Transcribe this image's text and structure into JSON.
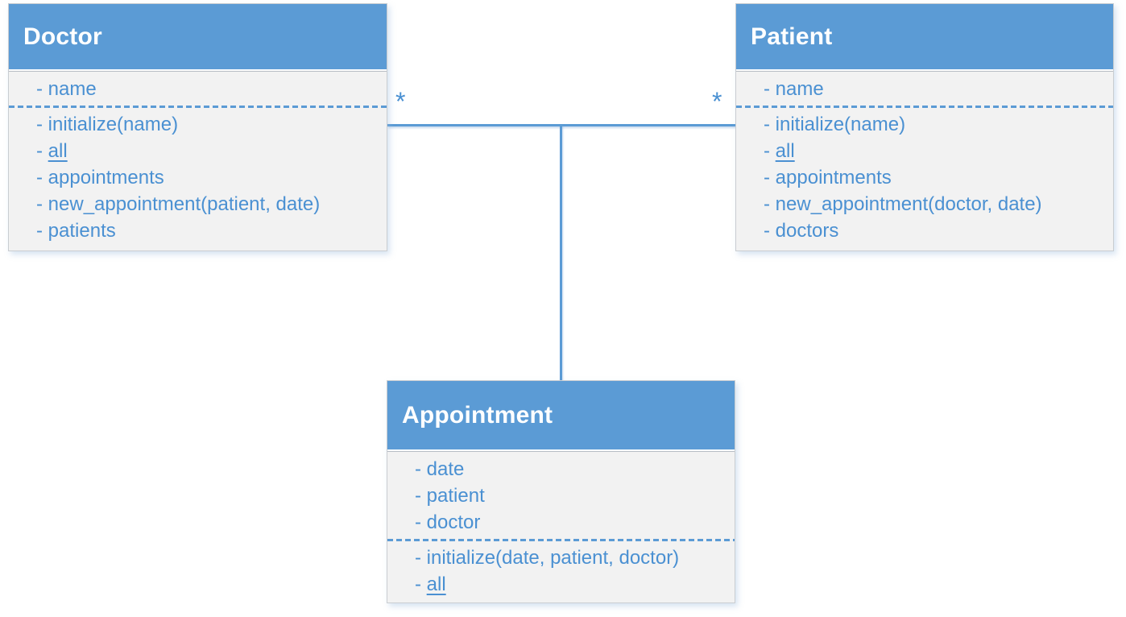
{
  "member_prefix": "- ",
  "colors": {
    "header_bg": "#5b9bd5",
    "body_bg": "#f2f2f2",
    "member_text": "#4a90d2",
    "line": "#5b9bd5",
    "header_text": "#ffffff"
  },
  "classes": [
    {
      "name": "Doctor",
      "attributes": [
        {
          "text": "name",
          "underline": false
        }
      ],
      "methods": [
        {
          "text": "initialize(name)",
          "underline": false
        },
        {
          "text": "all",
          "underline": true
        },
        {
          "text": "appointments",
          "underline": false
        },
        {
          "text": "new_appointment(patient, date)",
          "underline": false
        },
        {
          "text": "patients",
          "underline": false
        }
      ]
    },
    {
      "name": "Patient",
      "attributes": [
        {
          "text": "name",
          "underline": false
        }
      ],
      "methods": [
        {
          "text": "initialize(name)",
          "underline": false
        },
        {
          "text": "all",
          "underline": true
        },
        {
          "text": "appointments",
          "underline": false
        },
        {
          "text": "new_appointment(doctor, date)",
          "underline": false
        },
        {
          "text": "doctors",
          "underline": false
        }
      ]
    },
    {
      "name": "Appointment",
      "attributes": [
        {
          "text": "date",
          "underline": false
        },
        {
          "text": "patient",
          "underline": false
        },
        {
          "text": "doctor",
          "underline": false
        }
      ],
      "methods": [
        {
          "text": "initialize(date, patient, doctor)",
          "underline": false
        },
        {
          "text": "all",
          "underline": true
        }
      ]
    }
  ],
  "association": {
    "doctor_end_multiplicity": "*",
    "patient_end_multiplicity": "*"
  }
}
